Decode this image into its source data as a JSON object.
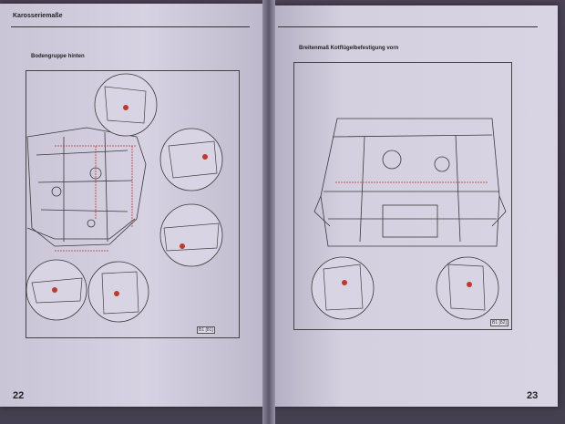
{
  "left_page": {
    "header": "Karosseriemaße",
    "section_title": "Bodengruppe hinten",
    "page_number": "22",
    "figure_mark": "B1 [81]"
  },
  "right_page": {
    "section_title": "Breitenmaß Kotflügelbefestigung vorn",
    "page_number": "23",
    "figure_mark": "B1 [82]"
  },
  "colors": {
    "paper": "#d3cfdf",
    "ink": "#333333",
    "dimension_red": "#c0392b"
  }
}
